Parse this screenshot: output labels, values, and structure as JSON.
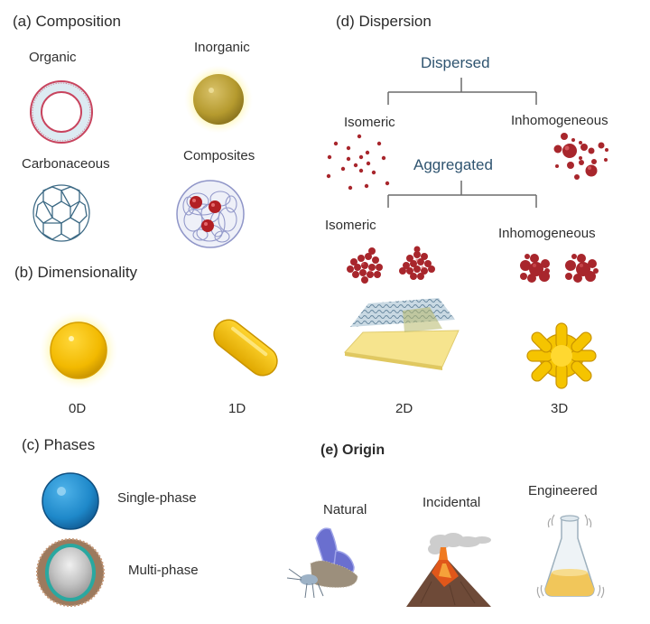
{
  "panels": {
    "composition": {
      "title": "(a) Composition",
      "items": [
        {
          "label": "Organic",
          "icon": "liposome-ring-icon",
          "color": "#c8445e"
        },
        {
          "label": "Inorganic",
          "icon": "gold-sphere-icon",
          "color": "#b59a2e"
        },
        {
          "label": "Carbonaceous",
          "icon": "fullerene-icon",
          "color": "#3d6a85"
        },
        {
          "label": "Composites",
          "icon": "polymer-composite-icon",
          "color": "#b21f24"
        }
      ]
    },
    "dimensionality": {
      "title": "(b) Dimensionality",
      "items": [
        {
          "label": "0D",
          "icon": "sphere-0d-icon"
        },
        {
          "label": "1D",
          "icon": "rod-1d-icon"
        },
        {
          "label": "2D",
          "icon": "sheet-2d-icon"
        },
        {
          "label": "3D",
          "icon": "dendritic-3d-icon"
        }
      ]
    },
    "phases": {
      "title": "(c) Phases",
      "items": [
        {
          "label": "Single-phase",
          "icon": "blue-sphere-icon",
          "color": "#1e88c9"
        },
        {
          "label": "Multi-phase",
          "icon": "core-shell-sphere-icon",
          "color": "#2aa8a0"
        }
      ]
    },
    "dispersion": {
      "title": "(d) Dispersion",
      "groups": [
        {
          "label": "Dispersed",
          "children": [
            {
              "label": "Isomeric",
              "icon": "scattered-small-dots-icon"
            },
            {
              "label": "Inhomogeneous",
              "icon": "scattered-mixed-dots-icon"
            }
          ]
        },
        {
          "label": "Aggregated",
          "children": [
            {
              "label": "Isomeric",
              "icon": "uniform-clusters-icon"
            },
            {
              "label": "Inhomogeneous",
              "icon": "mixed-clusters-icon"
            }
          ]
        }
      ]
    },
    "origin": {
      "title": "(e) Origin",
      "items": [
        {
          "label": "Natural",
          "icon": "butterfly-icon"
        },
        {
          "label": "Incidental",
          "icon": "volcano-icon"
        },
        {
          "label": "Engineered",
          "icon": "flask-icon"
        }
      ]
    }
  },
  "colors": {
    "particle_red": "#b21f24",
    "tree_line": "#6b6b6b",
    "dispersion_blue": "#2f5470",
    "gold": "#f2c200"
  }
}
